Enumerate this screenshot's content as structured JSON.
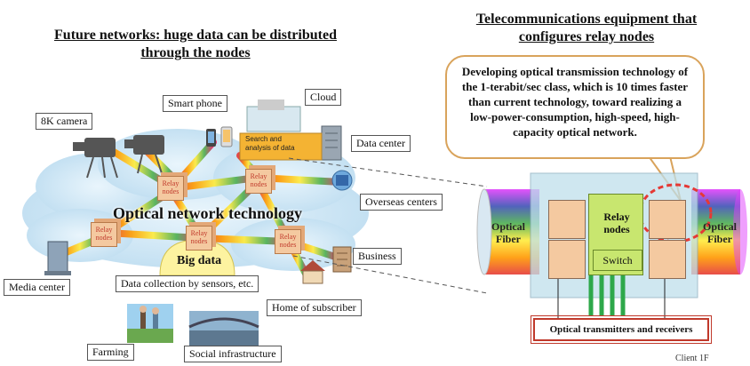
{
  "left_title_line1": "Future networks: huge data can be distributed",
  "left_title_line2": "through the nodes",
  "right_title_line1": "Telecommunications equipment that",
  "right_title_line2": "configures relay nodes",
  "bubble_text": "Developing optical transmission technology of the 1-terabit/sec class, which is 10 times faster than current technology, toward realizing a low-power-consumption, high-speed, high-capacity optical network.",
  "labels": {
    "camera": "8K camera",
    "smartphone": "Smart phone",
    "cloud": "Cloud",
    "datacenter": "Data center",
    "overseas": "Overseas centers",
    "business": "Business",
    "media": "Media center",
    "sensors": "Data collection by sensors, etc.",
    "home": "Home of subscriber",
    "farming": "Farming",
    "social": "Social infrastructure"
  },
  "search_text": "Search and analysis of data",
  "network_text": "Optical network technology",
  "bigdata_text": "Big data",
  "relay_label": "Relay nodes",
  "right": {
    "relay_nodes": "Relay nodes",
    "switch": "Switch",
    "fiber_left": "Optical Fiber",
    "fiber_right": "Optical Fiber",
    "transmitters": "Optical transmitters and receivers"
  },
  "client": "Client 1F",
  "colors": {
    "cloud": "#cfe6f5",
    "relay": "#f4c9a0",
    "switch": "#c8e66f",
    "bubble_border": "#d9a35b",
    "dashed_ring": "#e53935",
    "green_link": "#2ea84a"
  }
}
